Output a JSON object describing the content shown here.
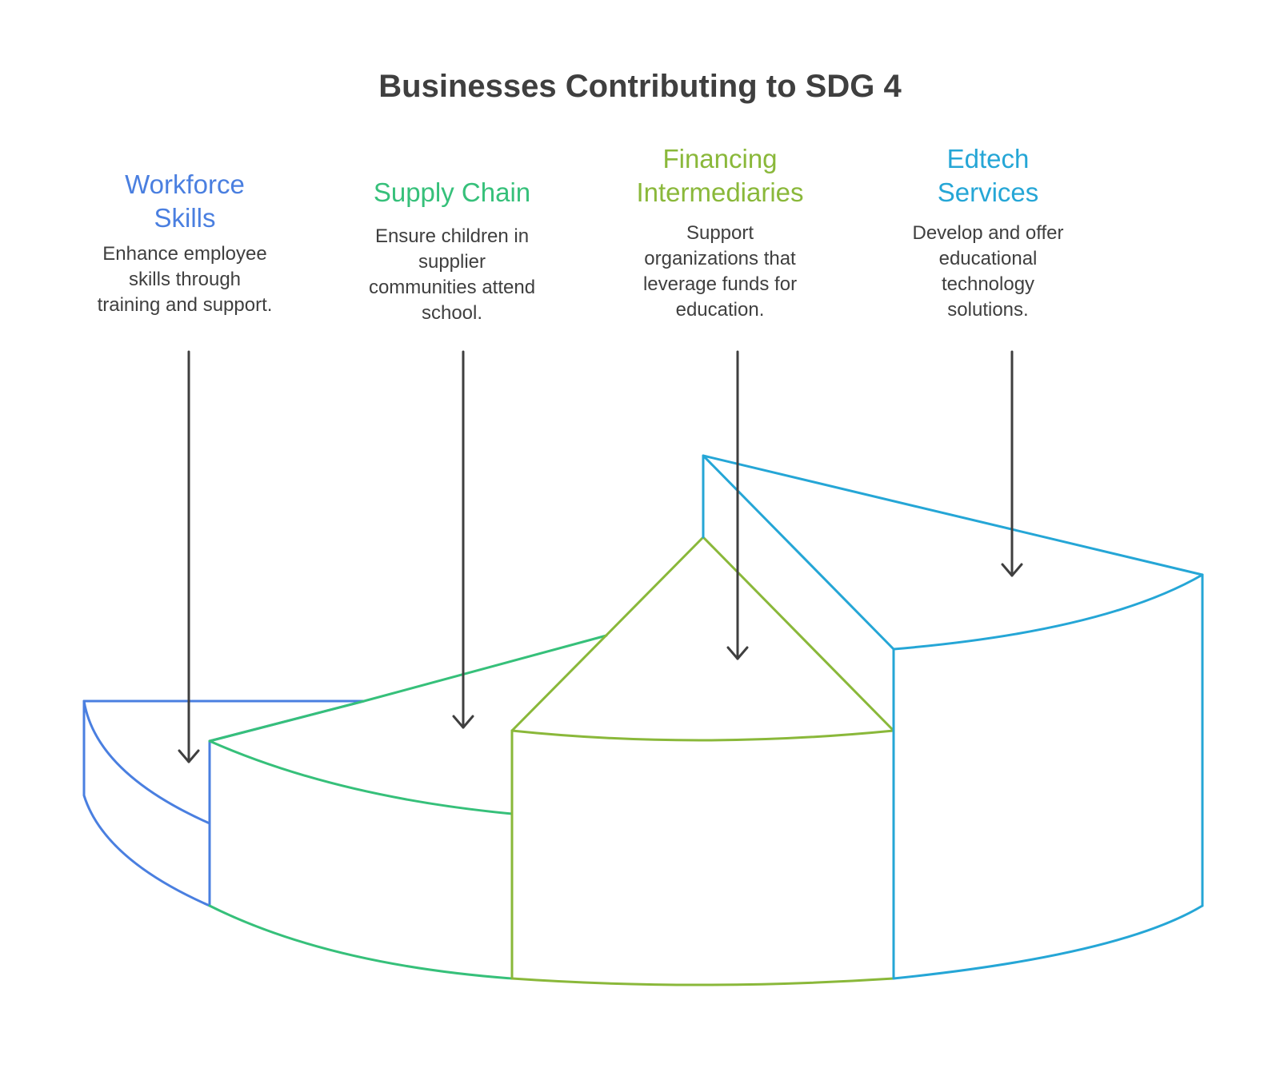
{
  "title": "Businesses Contributing to SDG 4",
  "colors": {
    "workforce": "#4a7fe0",
    "supply": "#36c07a",
    "financing": "#8ab83a",
    "edtech": "#25a6d6",
    "text": "#3f3f3f"
  },
  "segments": [
    {
      "id": "workforce",
      "title_lines": [
        "Workforce",
        "Skills"
      ],
      "desc_lines": [
        "Enhance employee",
        "skills through",
        "training and support."
      ]
    },
    {
      "id": "supply",
      "title_lines": [
        "Supply Chain"
      ],
      "desc_lines": [
        "Ensure children in",
        "supplier",
        "communities attend",
        "school."
      ]
    },
    {
      "id": "financing",
      "title_lines": [
        "Financing",
        "Intermediaries"
      ],
      "desc_lines": [
        "Support",
        "organizations that",
        "leverage funds for",
        "education."
      ]
    },
    {
      "id": "edtech",
      "title_lines": [
        "Edtech",
        "Services"
      ],
      "desc_lines": [
        "Develop and offer",
        "educational",
        "technology",
        "solutions."
      ]
    }
  ]
}
